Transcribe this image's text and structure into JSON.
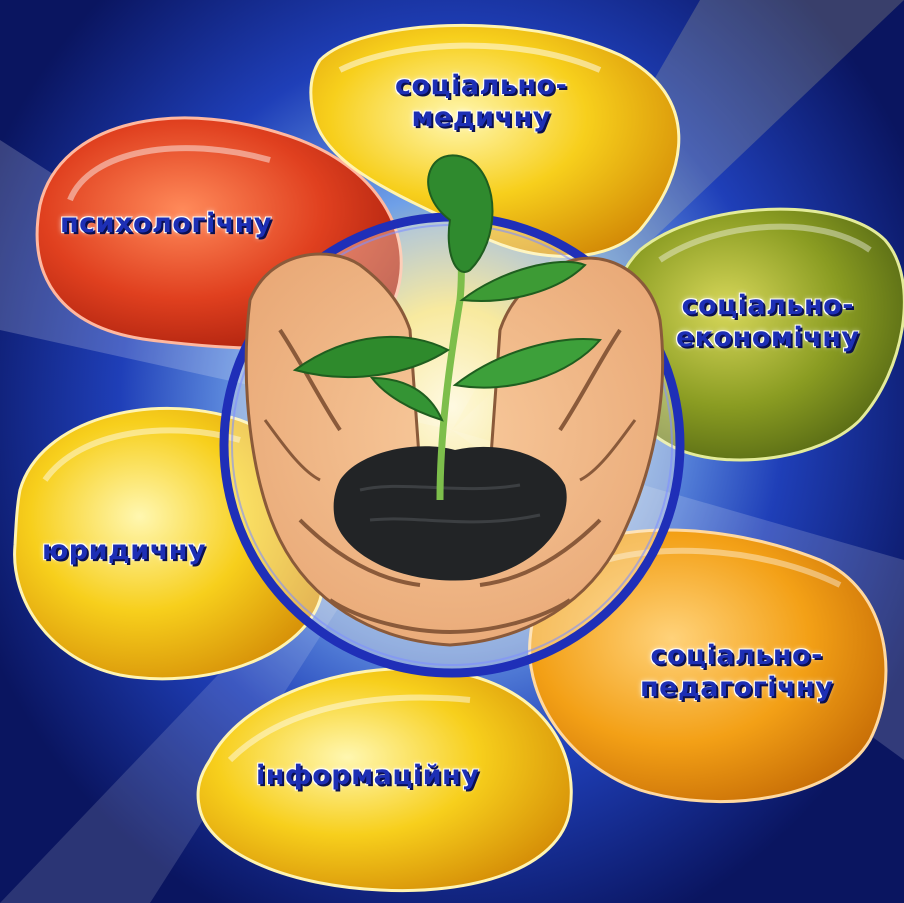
{
  "petals": [
    {
      "id": "psych",
      "lines": [
        "психологічну"
      ],
      "color": "#d73a1e"
    },
    {
      "id": "med",
      "lines": [
        "соціально-",
        "медичну"
      ],
      "color": "#f2b90f"
    },
    {
      "id": "econ",
      "lines": [
        "соціально-",
        "економічну"
      ],
      "color": "#7c8f1e"
    },
    {
      "id": "ped",
      "lines": [
        "соціально-",
        "педагогічну"
      ],
      "color": "#f29a12"
    },
    {
      "id": "info",
      "lines": [
        "інформаційну"
      ],
      "color": "#f4cc10"
    },
    {
      "id": "law",
      "lines": [
        "юридичну"
      ],
      "color": "#f2b20c"
    }
  ],
  "center": {
    "ring_color": "#1f2fb8",
    "icon": "hands-holding-sprout-icon"
  }
}
